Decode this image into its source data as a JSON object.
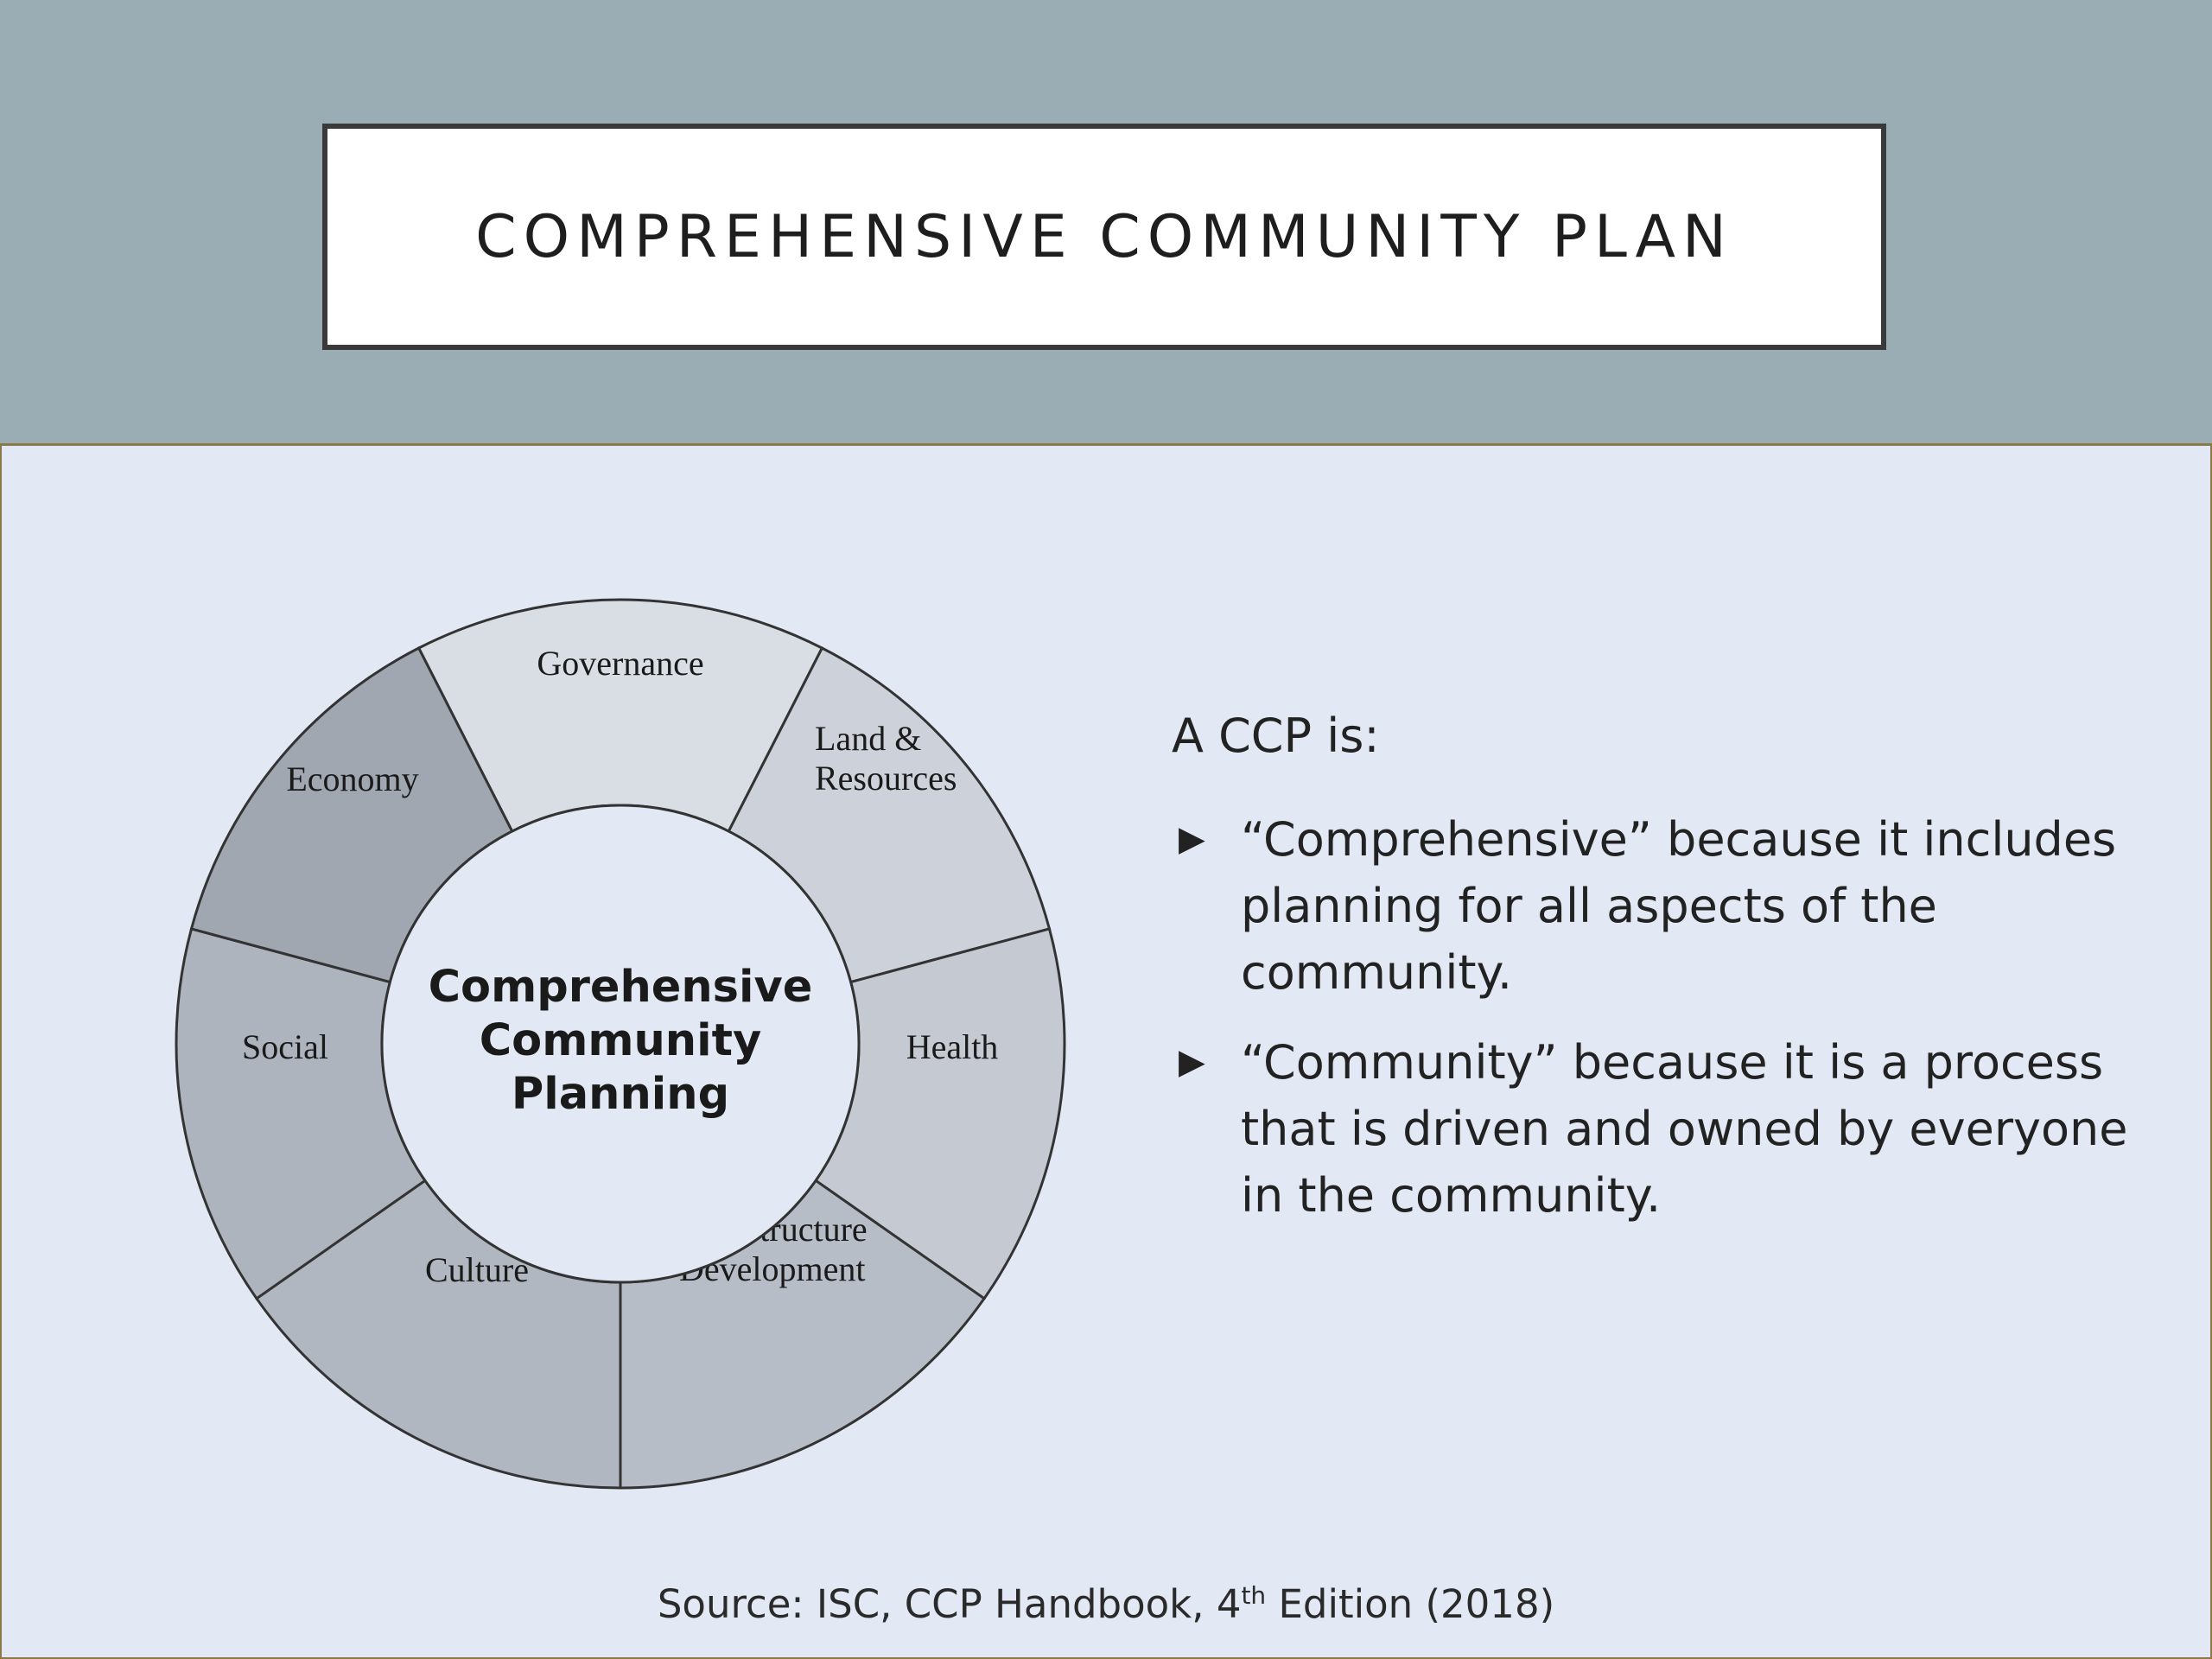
{
  "slide": {
    "title": "COMPREHENSIVE COMMUNITY PLAN",
    "diagram": {
      "center_label_lines": [
        "Comprehensive",
        "Community",
        "Planning"
      ],
      "segments": [
        {
          "name": "Governance",
          "lines": [
            "Governance"
          ],
          "fill": "#d9dee5"
        },
        {
          "name": "Land & Resources",
          "lines": [
            "Land &",
            "Resources"
          ],
          "fill": "#cdd2da"
        },
        {
          "name": "Health",
          "lines": [
            "Health"
          ],
          "fill": "#c5cad2"
        },
        {
          "name": "Infrastructure Development",
          "lines": [
            "Infrastructure",
            "Development"
          ],
          "fill": "#b7bdc6"
        },
        {
          "name": "Culture",
          "lines": [
            "Culture"
          ],
          "fill": "#b1b7c0"
        },
        {
          "name": "Social",
          "lines": [
            "Social"
          ],
          "fill": "#aeb4bd"
        },
        {
          "name": "Economy",
          "lines": [
            "Economy"
          ],
          "fill": "#a1a7b0"
        }
      ],
      "hub_fill": "#e3e9f4",
      "stroke": "#333333"
    },
    "text": {
      "intro": "A CCP is:",
      "bullets": [
        "“Comprehensive” because it includes planning for all aspects of the community.",
        "“Community” because it is a process that is driven and owned by everyone in the community."
      ]
    },
    "source": {
      "prefix": "Source: ISC, CCP Handbook, 4",
      "superscript": "th",
      "suffix": " Edition (2018)"
    }
  },
  "colors": {
    "header_band": "#9aacb4",
    "content_background": "#e3e9f4",
    "title_box_border": "#3a3a3a"
  }
}
